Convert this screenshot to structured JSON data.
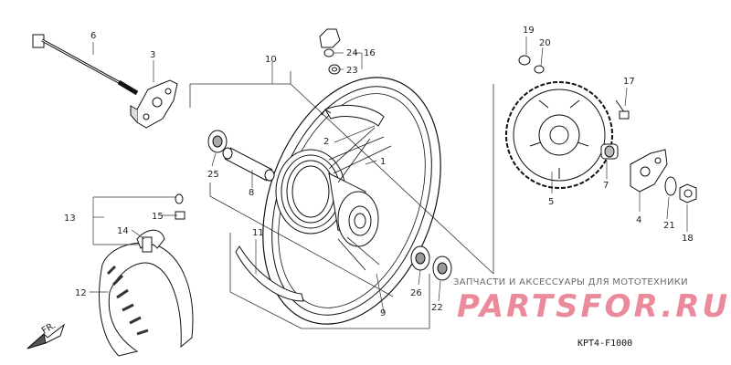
{
  "diagram": {
    "callouts": {
      "c1": "1",
      "c2": "2",
      "c3": "3",
      "c4": "4",
      "c5": "5",
      "c6": "6",
      "c7": "7",
      "c8": "8",
      "c9": "9",
      "c10": "10",
      "c11": "11",
      "c12": "12",
      "c13": "13",
      "c14": "14",
      "c15": "15",
      "c16": "16",
      "c17": "17",
      "c18a": "18",
      "c18b": "18",
      "c19": "19",
      "c20": "20",
      "c21": "21",
      "c22": "22",
      "c23": "23",
      "c24": "24",
      "c25": "25",
      "c26": "26"
    },
    "front_arrow_label": "FR.",
    "diagram_code": "KPT4-F1000"
  },
  "watermark": {
    "tagline": "ЗАПЧАСТИ И АКСЕССУАРЫ ДЛЯ МОТОТЕХНИКИ",
    "brand": "PARTSFOR.RU"
  }
}
